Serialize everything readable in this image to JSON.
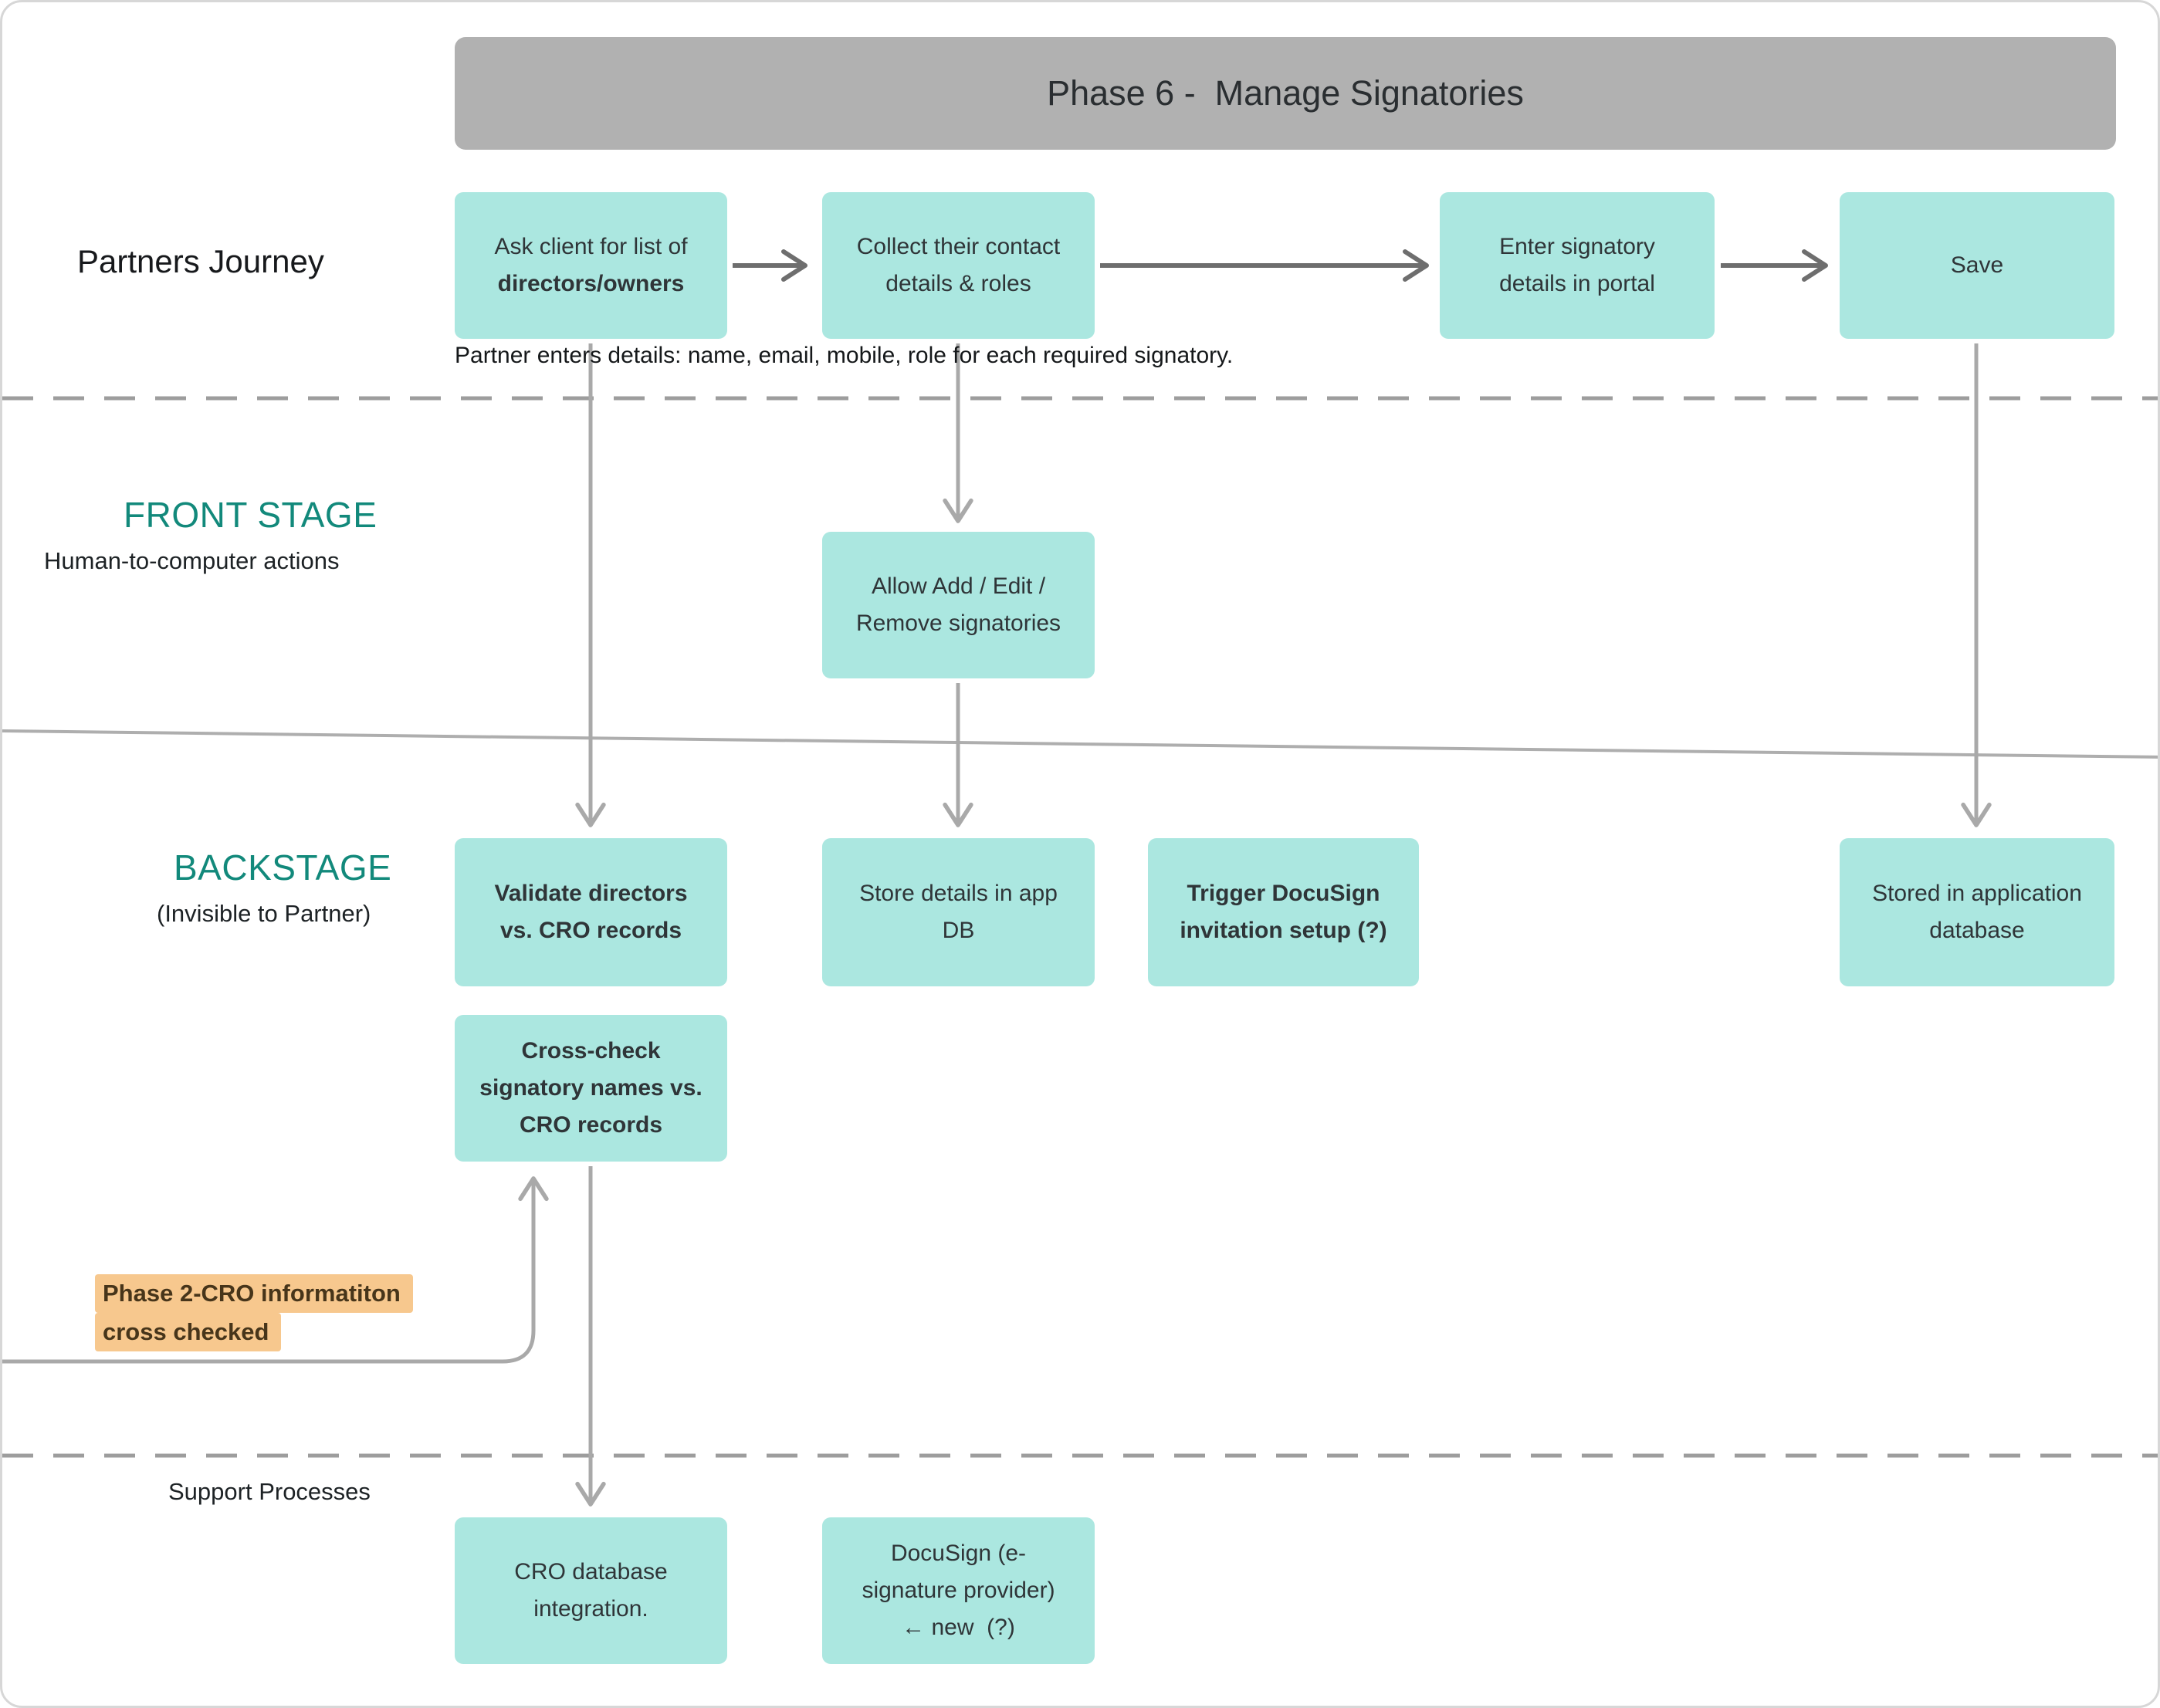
{
  "title": "Phase 6 -  Manage Signatories",
  "lanes": {
    "partners_journey": {
      "label": "Partners Journey"
    },
    "front_stage": {
      "label": "FRONT STAGE",
      "sublabel": "Human-to-computer actions"
    },
    "backstage": {
      "label": "BACKSTAGE",
      "sublabel": "(Invisible to Partner)"
    },
    "support": {
      "label": "Support Processes"
    }
  },
  "journey": {
    "ask_box": {
      "line1": "Ask client for list of",
      "line2": "directors/owners"
    },
    "collect_box": {
      "line1": "Collect their contact",
      "line2": "details & roles"
    },
    "enter_box": {
      "line1": "Enter signatory",
      "line2": "details in portal"
    },
    "save_box": {
      "line1": "Save"
    },
    "caption": "Partner enters details: name, email, mobile, role for each required signatory."
  },
  "front_stage": {
    "allow_box": {
      "line1": "Allow Add / Edit /",
      "line2": "Remove signatories"
    }
  },
  "backstage": {
    "validate_box": {
      "line1": "Validate directors",
      "line2": "vs. CRO records"
    },
    "store_box": {
      "line1": "Store details in app",
      "line2": "DB"
    },
    "trigger_box": {
      "line1": "Trigger DocuSign",
      "line2": "invitation setup (?)"
    },
    "stored_box": {
      "line1": "Stored in application",
      "line2": "database"
    },
    "crosscheck_box": {
      "line1": "Cross-check",
      "line2": "signatory names vs.",
      "line3": "CRO records"
    }
  },
  "annotation": {
    "line1": "Phase 2-CRO informatiton",
    "line2": "cross checked"
  },
  "support": {
    "cro_box": {
      "line1": "CRO database",
      "line2": "integration."
    },
    "docusign_box": {
      "line1": "DocuSign (e-",
      "line2": "signature provider)",
      "line3": "← new  (?)"
    }
  },
  "colors": {
    "box_fill": "#abe7e0",
    "title_bar_fill": "#b1b1b1",
    "stage_label_teal": "#12897b",
    "annotation_highlight": "#f7c88e",
    "arrow_dark": "#6e6e6e",
    "arrow_light": "#a9a9a9"
  }
}
